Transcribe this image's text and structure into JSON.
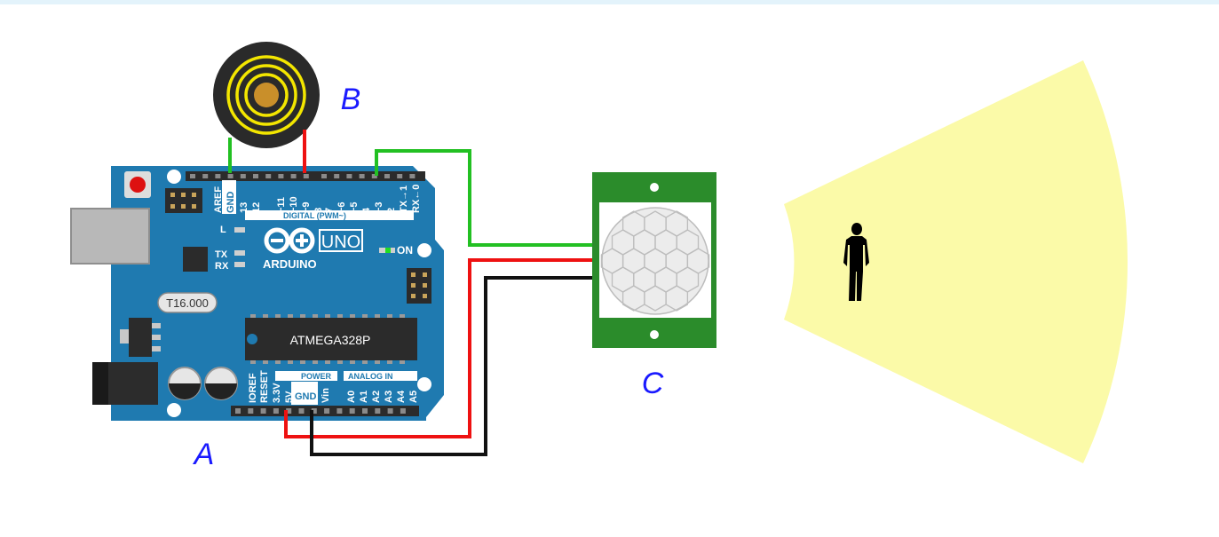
{
  "labels": {
    "arduino": "A",
    "buzzer": "B",
    "pir_sensor": "C"
  },
  "arduino": {
    "top_pins": [
      "AREF",
      "GND",
      "13",
      "12",
      "~11",
      "~10",
      "~9",
      "8",
      "7",
      "~6",
      "~5",
      "4",
      "~3",
      "2",
      "TX→1",
      "RX←0"
    ],
    "digital_label": "DIGITAL (PWM~)",
    "led_l": "L",
    "led_tx": "TX",
    "led_rx": "RX",
    "on_label": "ON",
    "logo_text": "ARDUINO",
    "model": "UNO",
    "crystal": "T16.000",
    "chip": "ATMEGA328P",
    "power_label": "POWER",
    "analog_label": "ANALOG IN",
    "bottom_pins": [
      "IOREF",
      "RESET",
      "3.3V",
      "5V",
      "GND",
      "Vin",
      "A0",
      "A1",
      "A2",
      "A3",
      "A4",
      "A5"
    ]
  },
  "colors": {
    "board": "#1f7ab0",
    "header": "#2b2b2b",
    "wire_signal": "#22c022",
    "wire_power": "#ee1111",
    "wire_ground": "#111111",
    "sensor_board": "#2b8c2b",
    "detection_zone": "#fbfaa8",
    "label": "#1a1aff"
  }
}
